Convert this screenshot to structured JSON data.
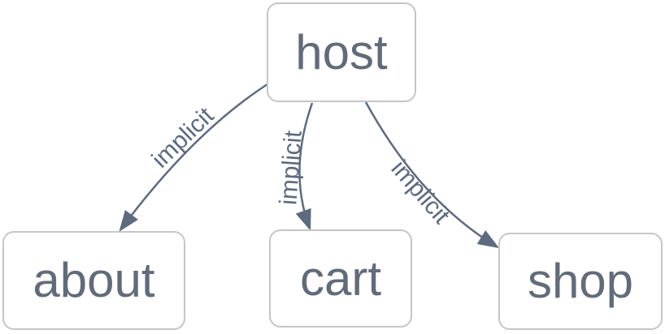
{
  "diagram": {
    "nodes": [
      {
        "id": "host",
        "label": "host"
      },
      {
        "id": "about",
        "label": "about"
      },
      {
        "id": "cart",
        "label": "cart"
      },
      {
        "id": "shop",
        "label": "shop"
      }
    ],
    "edges": [
      {
        "from": "host",
        "to": "about",
        "label": "implicit"
      },
      {
        "from": "host",
        "to": "cart",
        "label": "implicit"
      },
      {
        "from": "host",
        "to": "shop",
        "label": "implicit"
      }
    ]
  },
  "colors": {
    "edge": "#5e6a7e",
    "node_border": "#c5c6c9",
    "node_text": "#626b79",
    "node_fill": "#ffffff",
    "background": "#ffffff"
  }
}
